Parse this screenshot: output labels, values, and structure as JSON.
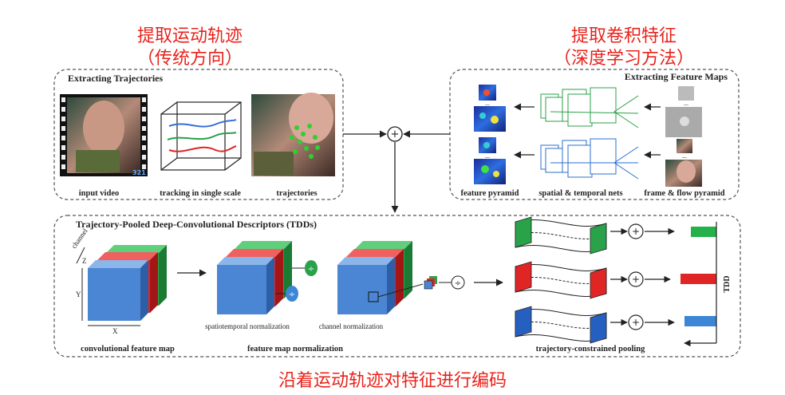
{
  "annotations": {
    "left_title_1": "提取运动轨迹",
    "left_title_2": "（传统方向）",
    "right_title_1": "提取卷积特征",
    "right_title_2": "（深度学习方法）",
    "bottom_caption": "沿着运动轨迹对特征进行编码"
  },
  "traj_panel": {
    "title": "Extracting Trajectories",
    "labels": [
      "input video",
      "tracking in single scale",
      "trajectories"
    ]
  },
  "feat_panel": {
    "title": "Extracting Feature Maps",
    "labels": [
      "feature pyramid",
      "spatial & temporal nets",
      "frame & flow pyramid"
    ]
  },
  "tdd_panel": {
    "title": "Trajectory-Pooled Deep-Convolutional Descriptors (TDDs)",
    "axis_labels": {
      "channel": "channel",
      "z": "Z",
      "y": "Y",
      "x": "X"
    },
    "labels": [
      "convolutional feature map",
      "feature map normalization",
      "trajectory-constrained pooling"
    ],
    "sub_labels": [
      "spatiotemporal normalization",
      "channel normalization"
    ],
    "tdd_label": "TDD"
  },
  "symbols": {
    "plus": "+",
    "divide": "÷",
    "dots": "..."
  },
  "colors": {
    "accent_red": "#e8231b",
    "cube_blue": "#4a86d4",
    "cube_red": "#e02525",
    "cube_green": "#2aa24a",
    "bar_green": "#25b14a",
    "bar_red": "#e02525",
    "bar_blue": "#3d86d6",
    "panel_border": "#555555"
  }
}
